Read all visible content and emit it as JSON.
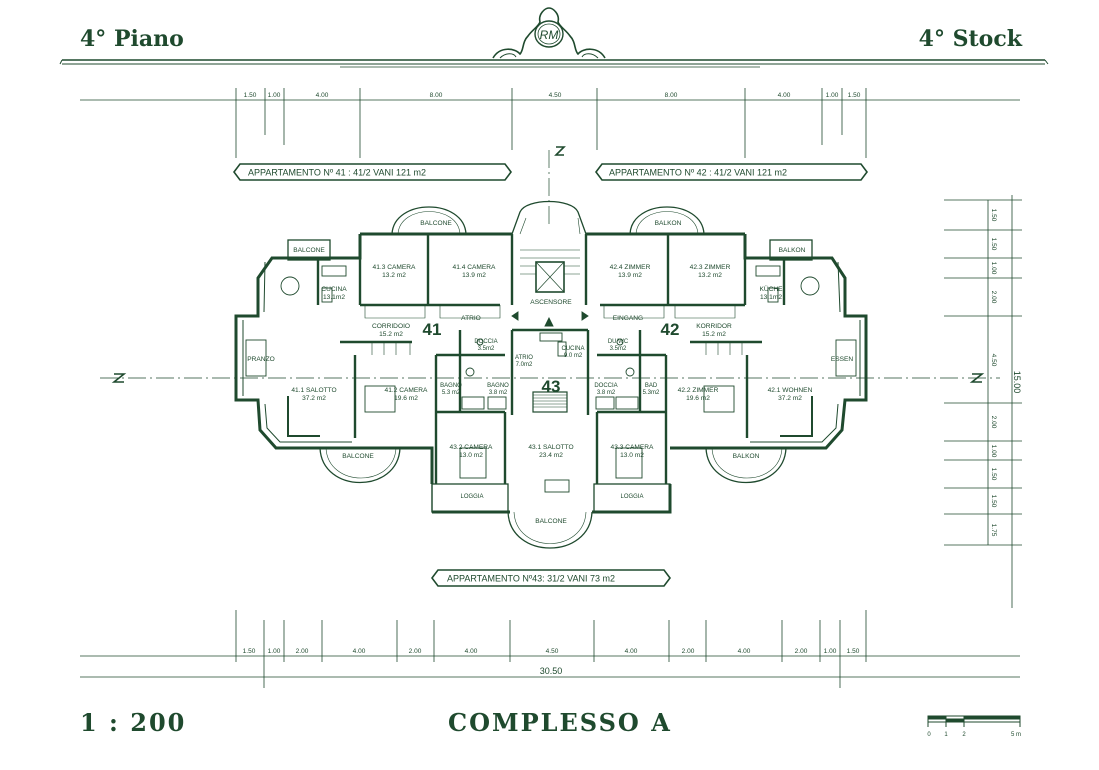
{
  "header": {
    "left_title": "4° Piano",
    "right_title": "4° Stock",
    "monogram": "RM"
  },
  "apartments": {
    "a41": "APPARTAMENTO Nº 41 :   41/2  VANI  121  m2",
    "a42": "APPARTAMENTO Nº 42 :   41/2  VANI  121  m2",
    "a43": "APPARTAMENTO Nº43:  31/2  VANI   73  m2"
  },
  "unit_numbers": {
    "u41": "41",
    "u42": "42",
    "u43": "43"
  },
  "top_dims": [
    "1.50",
    "1.00",
    "4.00",
    "8.00",
    "4.50",
    "8.00",
    "4.00",
    "1.00",
    "1.50"
  ],
  "bottom_dims": [
    "1.50",
    "1.00",
    "2.00",
    "4.00",
    "2.00",
    "4.00",
    "4.50",
    "4.00",
    "2.00",
    "4.00",
    "2.00",
    "1.00",
    "1.50"
  ],
  "total_width": "30.50",
  "right_dims": [
    "1.50",
    "1.50",
    "1.00",
    "2.00",
    "4.50",
    "2.00",
    "1.00",
    "1.50",
    "1.50",
    "1.75"
  ],
  "total_height": "15.00",
  "rooms": {
    "balcone_tl": "BALCONE",
    "balcone_top41": "BALCONE",
    "balkon_top42": "BALKON",
    "balkon_tr": "BALKON",
    "r413_n": "41.3   CAMERA",
    "r413_a": "13.2 m2",
    "r414_n": "41.4  CAMERA",
    "r414_a": "13.9 m2",
    "r424_n": "42.4  ZIMMER",
    "r424_a": "13.9 m2",
    "r423_n": "42.3  ZIMMER",
    "r423_a": "13.2 m2",
    "cucina41_n": "CUCINA",
    "cucina41_a": "13.1m2",
    "kuche_n": "KÜCHE",
    "kuche_a": "13.1m2",
    "ascensore": "ASCENSORE",
    "atrio41": "ATRIO",
    "eingang": "EINGANG",
    "corr_n": "CORRIDOIO",
    "corr_a": "15.2 m2",
    "korr_n": "KORRIDOR",
    "korr_a": "15.2 m2",
    "doccia1_n": "DOCCIA",
    "doccia1_a": "3.5m2",
    "atrio43_n": "ATRIO",
    "atrio43_a": "7.0m2",
    "cucina43_n": "CUCINA",
    "cucina43_a": "9.0 m2",
    "duwc_n": "DU/WC",
    "duwc_a": "3.5m2",
    "pranzo": "PRANZO",
    "essen": "ESSEN",
    "r411_n": "41.1 SALOTTO",
    "r411_a": "37.2 m2",
    "r412_n": "41.2  CAMERA",
    "r412_a": "19.6 m2",
    "bagno1_n": "BAGNO",
    "bagno1_a": "5.3 m2",
    "bagno2_n": "BAGNO",
    "bagno2_a": "3.8 m2",
    "doccia2_n": "DOCCIA",
    "doccia2_a": "3.8 m2",
    "bad_n": "BAD",
    "bad_a": "5.3m2",
    "r422_n": "42.2  ZIMMER",
    "r422_a": "19.6 m2",
    "r421_n": "42.1 WOHNEN",
    "r421_a": "37.2 m2",
    "r432_n": "43.2 CAMERA",
    "r432_a": "13.0 m2",
    "r431_n": "43.1 SALOTTO",
    "r431_a": "23.4 m2",
    "r433_n": "43.3  CAMERA",
    "r433_a": "13.0 m2",
    "balcone_bl": "BALCONE",
    "balkon_br": "BALKON",
    "loggia_l": "LOGGIA",
    "loggia_r": "LOGGIA",
    "balcone_b": "BALCONE"
  },
  "footer": {
    "scale": "1 : 200",
    "title": "COMPLESSO  A",
    "scale_bar_labels": [
      "0",
      "1",
      "2",
      "5 m"
    ]
  },
  "colors": {
    "ink": "#1f4a2e",
    "paper": "#ffffff"
  }
}
